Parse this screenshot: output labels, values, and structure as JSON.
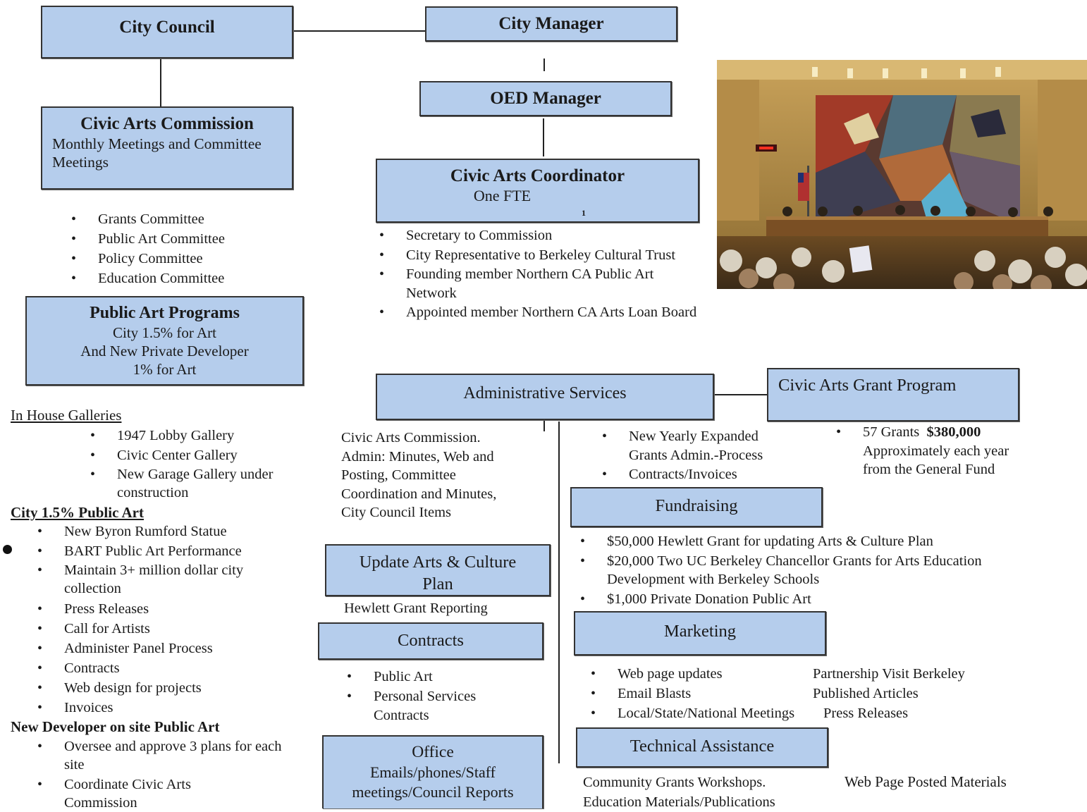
{
  "top": {
    "city_council": "City Council",
    "city_manager": "City Manager",
    "oed_manager": "OED Manager"
  },
  "commission": {
    "title": "Civic Arts Commission",
    "subtitle": "Monthly Meetings and Committee Meetings",
    "committees": [
      "Grants Committee",
      "Public Art Committee",
      "Policy Committee",
      "Education Committee"
    ]
  },
  "coordinator": {
    "title": "Civic Arts Coordinator",
    "subtitle": "One FTE",
    "footnote": "1",
    "duties": [
      "Secretary to Commission",
      "City Representative to Berkeley Cultural Trust",
      "Founding member Northern CA Public Art Network",
      "Appointed member Northern CA Arts Loan Board"
    ]
  },
  "public_art_programs": {
    "title": "Public Art Programs",
    "line1": "City 1.5% for Art",
    "line2": "And New Private Developer",
    "line3": "1% for Art"
  },
  "galleries": {
    "heading": "In House Galleries",
    "items": [
      "1947 Lobby Gallery",
      "Civic Center Gallery",
      "New Garage Gallery under construction"
    ]
  },
  "city_public_art": {
    "heading": "City 1.5% Public Art",
    "items": [
      "New Byron Rumford Statue",
      "BART Public Art Performance",
      "Maintain 3+ million dollar city collection",
      "Press Releases",
      "Call for Artists",
      "Administer Panel Process",
      "Contracts",
      "Web design for projects",
      "Invoices"
    ]
  },
  "developer_art": {
    "heading": "New Developer on site Public Art",
    "items": [
      "Oversee and approve 3 plans for each site",
      "Coordinate Civic Arts Commission"
    ]
  },
  "admin_services": {
    "title": "Administrative Services",
    "text": "Civic Arts Commission. Admin: Minutes, Web and Posting, Committee Coordination and Minutes, City Council Items"
  },
  "update_plan": {
    "title": "Update Arts & Culture Plan",
    "note": "Hewlett Grant Reporting"
  },
  "contracts": {
    "title": "Contracts",
    "items": [
      "Public Art",
      "Personal Services Contracts"
    ]
  },
  "office": {
    "title": "Office",
    "text": "Emails/phones/Staff meetings/Council Reports"
  },
  "grant_program": {
    "title": "Civic Arts Grant Program",
    "items": [
      "New Yearly Expanded Grants Admin.-Process",
      "Contracts/Invoices"
    ],
    "grants_count": "57 Grants",
    "grants_amount": "$380,000",
    "grants_note": "Approximately each year from the General Fund"
  },
  "fundraising": {
    "title": "Fundraising",
    "items": [
      "$50,000 Hewlett Grant for updating Arts & Culture Plan",
      "$20,000 Two UC Berkeley Chancellor Grants for Arts Education Development with Berkeley Schools",
      "$1,000 Private Donation Public Art"
    ]
  },
  "marketing": {
    "title": "Marketing",
    "items": [
      "Web page updates",
      "Email Blasts",
      "Local/State/National Meetings"
    ],
    "right_items": [
      "Partnership Visit Berkeley",
      "Published Articles",
      "Press Releases"
    ]
  },
  "technical_assistance": {
    "title": "Technical Assistance",
    "left_line1": "Community Grants Workshops.",
    "left_line2": "Education Materials/Publications",
    "right": "Web Page Posted Materials"
  },
  "colors": {
    "box_fill": "#b5cdec",
    "box_border": "#333333"
  },
  "icons": [
    "council-chamber-photo"
  ]
}
